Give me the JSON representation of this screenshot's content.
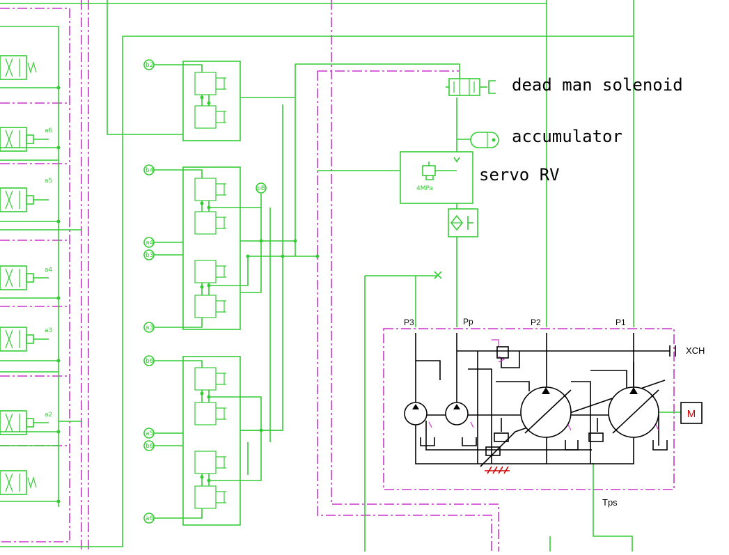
{
  "labels": {
    "dead_man": "dead man solenoid",
    "accumulator": "accumulator",
    "servo_rv": "servo RV",
    "relief_setting": "4MPa",
    "port_p3": "P3",
    "port_pp": "Pp",
    "port_p2": "P2",
    "port_p1": "P1",
    "port_xch": "XCH",
    "port_tps": "Tps",
    "motor": "M"
  },
  "pilot_ports": [
    "b2",
    "b4",
    "a4",
    "b3",
    "a3",
    "b6",
    "a5",
    "b6",
    "a6",
    "pB"
  ],
  "valve_tags": [
    "a6",
    "a5",
    "a4",
    "a3",
    "a2"
  ],
  "colors": {
    "line": "#33cc33",
    "boundary": "#cc33cc",
    "component": "#000000",
    "motor_text": "#cc0000"
  }
}
